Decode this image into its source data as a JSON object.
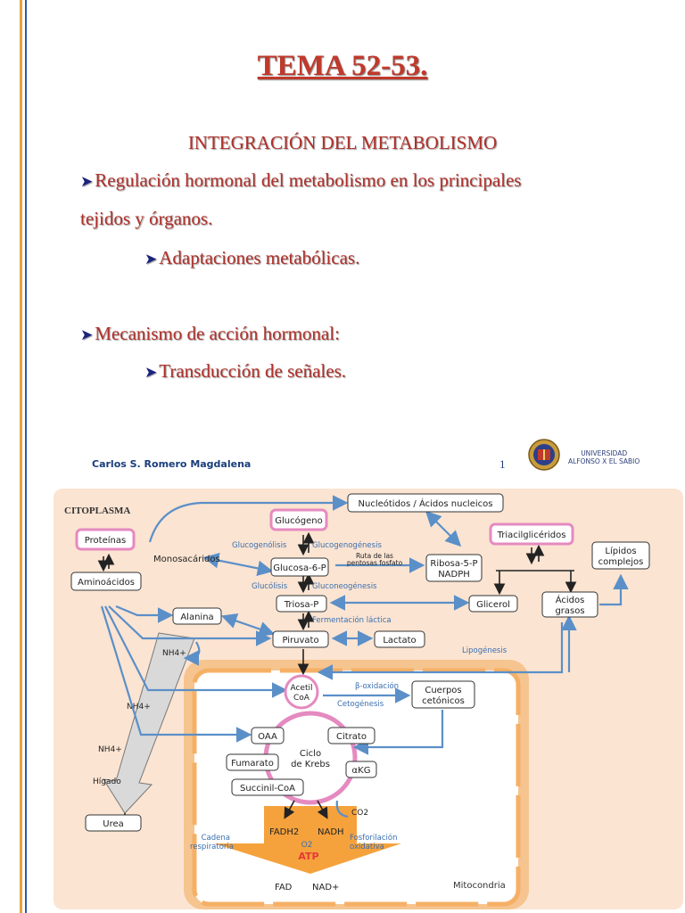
{
  "title": "TEMA 52-53. ",
  "subtitle": "INTEGRACIÓN DEL METABOLISMO",
  "bullets": {
    "b1": "Regulación hormonal del metabolismo en los principales",
    "b1_cont": "tejidos y órganos.",
    "b2": "Adaptaciones metabólicas.",
    "b3": "Mecanismo de acción hormonal:",
    "b4": "Transducción de señales."
  },
  "footer": {
    "author": "Carlos S. Romero Magdalena",
    "page": "1",
    "university_line1": "UNIVERSIDAD",
    "university_line2": "ALFONSO X EL SABIO"
  },
  "diagram": {
    "region_citoplasma": "CITOPLASMA",
    "region_mitocondria": "Mitocondria",
    "nodes": {
      "proteinas": "Proteínas",
      "aminoacidos": "Aminoácidos",
      "glucogeno": "Glucógeno",
      "monosacaridos": "Monosacáridos",
      "glucosa6p": "Glucosa-6-P",
      "triosap": "Triosa-P",
      "piruvato": "Piruvato",
      "lactato": "Lactato",
      "alanina": "Alanina",
      "nucleotidos": "Nucleótidos / Ácidos nucleicos",
      "ribosa_l1": "Ribosa-5-P",
      "ribosa_l2": "NADPH",
      "triacilgliceridos": "Triacilglicéridos",
      "lipidos_l1": "Lípidos",
      "lipidos_l2": "complejos",
      "glicerol": "Glicerol",
      "acidos_l1": "Ácidos",
      "acidos_l2": "grasos",
      "acetil_l1": "Acetil",
      "acetil_l2": "CoA",
      "cuerpos_l1": "Cuerpos",
      "cuerpos_l2": "cetónicos",
      "oaa": "OAA",
      "citrato": "Citrato",
      "fumarato": "Fumarato",
      "akg": "αKG",
      "succinil": "Succinil-CoA",
      "ciclo_l1": "Ciclo",
      "ciclo_l2": "de Krebs",
      "urea": "Urea",
      "higado": "Hígado",
      "nh4": "NH4+"
    },
    "labels": {
      "glucogenolisis": "Glucogenólisis",
      "glucogenogenesis": "Glucogenogénesis",
      "ruta_l1": "Ruta de las",
      "ruta_l2": "pentosas fosfato",
      "glucolisis": "Glucólisis",
      "gluconeogenesis": "Gluconeogénesis",
      "fermentacion": "Fermentación láctica",
      "lipogenesis": "Lipogénesis",
      "beta_oxidacion": "β-oxidación",
      "cetogenesis": "Cetogénesis",
      "co2": "CO2",
      "fadh2": "FADH2",
      "nadh": "NADH",
      "o2": "O2",
      "atp": "ATP",
      "fad": "FAD",
      "nad": "NAD+",
      "cadena_l1": "Cadena",
      "cadena_l2": "respiratoria",
      "fosfo_l1": "Fosforilación",
      "fosfo_l2": "oxidativa"
    }
  },
  "colors": {
    "heading": "#c0392b",
    "diagram_bg": "#fbe4d2",
    "mito_border": "#f5b066",
    "arrow_blue": "#5b8fc8",
    "pink_border": "#e58ac0",
    "atp_orange": "#f5a23c",
    "atp_text": "#e53935"
  }
}
